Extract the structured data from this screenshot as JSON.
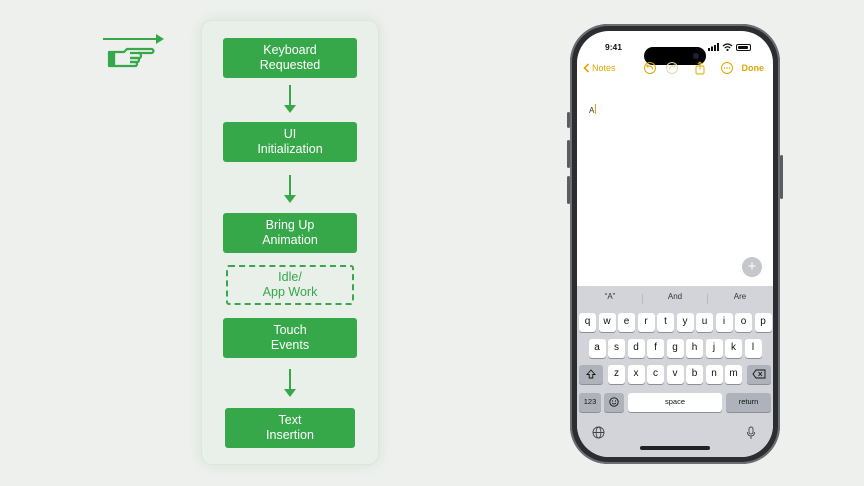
{
  "colors": {
    "accent_green": "#36a84a",
    "notes_yellow": "#e0a800",
    "background": "#eef0ee"
  },
  "pointer": {
    "icon": "pointing-hand-icon"
  },
  "flow": {
    "steps": [
      {
        "label": "Keyboard\nRequested",
        "style": "solid"
      },
      {
        "label": "UI\nInitialization",
        "style": "solid"
      },
      {
        "label": "Bring Up\nAnimation",
        "style": "solid"
      },
      {
        "label": "Idle/\nApp Work",
        "style": "dashed"
      },
      {
        "label": "Touch\nEvents",
        "style": "solid"
      },
      {
        "label": "Text\nInsertion",
        "style": "solid"
      }
    ]
  },
  "phone": {
    "status": {
      "time": "9:41"
    },
    "navbar": {
      "back_label": "Notes",
      "done_label": "Done",
      "icons": [
        "undo-icon",
        "redo-icon",
        "share-icon",
        "more-icon"
      ]
    },
    "note_text": "A",
    "keyboard": {
      "suggestions": [
        "“A”",
        "And",
        "Are"
      ],
      "row1": [
        "q",
        "w",
        "e",
        "r",
        "t",
        "y",
        "u",
        "i",
        "o",
        "p"
      ],
      "row2": [
        "a",
        "s",
        "d",
        "f",
        "g",
        "h",
        "j",
        "k",
        "l"
      ],
      "row3": [
        "z",
        "x",
        "c",
        "v",
        "b",
        "n",
        "m"
      ],
      "numbers_key": "123",
      "space_key": "space",
      "return_key": "return"
    }
  }
}
